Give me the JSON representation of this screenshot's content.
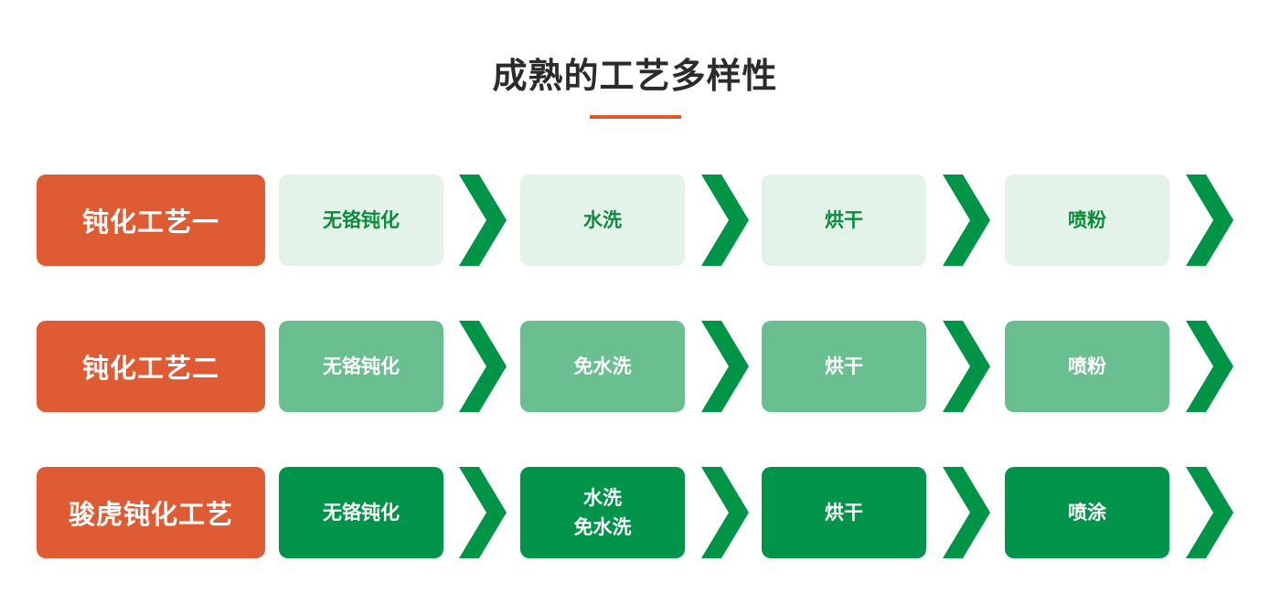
{
  "title": "成熟的工艺多样性",
  "colors": {
    "accent_orange": "#df5b33",
    "arrow_green": "#009447",
    "row1_box": "#e4f3ea",
    "row1_text": "#0e8a3c",
    "row2_box": "#69bf8f",
    "row3_box": "#00944a"
  },
  "rows": [
    {
      "label": "钝化工艺一",
      "steps": [
        {
          "line1": "无铬钝化",
          "line2": ""
        },
        {
          "line1": "水洗",
          "line2": ""
        },
        {
          "line1": "烘干",
          "line2": ""
        },
        {
          "line1": "喷粉",
          "line2": ""
        }
      ]
    },
    {
      "label": "钝化工艺二",
      "steps": [
        {
          "line1": "无铬钝化",
          "line2": ""
        },
        {
          "line1": "免水洗",
          "line2": ""
        },
        {
          "line1": "烘干",
          "line2": ""
        },
        {
          "line1": "喷粉",
          "line2": ""
        }
      ]
    },
    {
      "label": "骏虎钝化工艺",
      "steps": [
        {
          "line1": "无铬钝化",
          "line2": ""
        },
        {
          "line1": "水洗",
          "line2": "免水洗"
        },
        {
          "line1": "烘干",
          "line2": ""
        },
        {
          "line1": "喷涂",
          "line2": ""
        }
      ]
    }
  ]
}
